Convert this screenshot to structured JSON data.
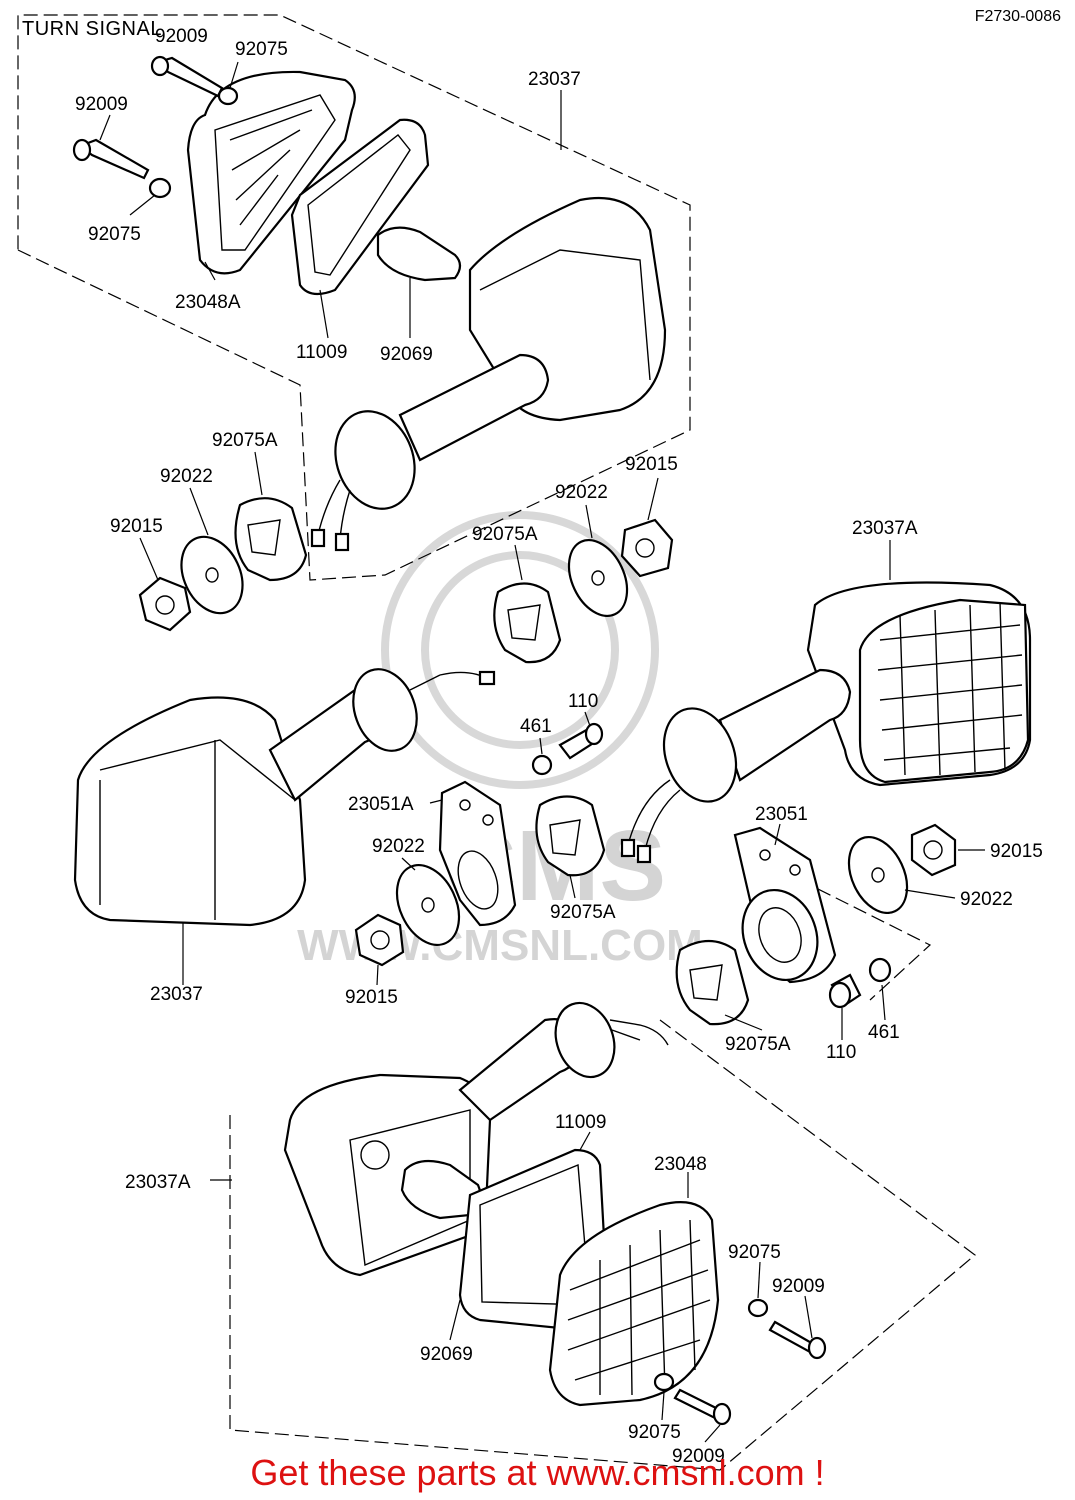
{
  "header": {
    "title": "TURN SIGNAL",
    "diagram_code": "F2730-0086"
  },
  "watermark": {
    "brand": "CMS",
    "url": "WWW.CMSNL.COM"
  },
  "footer": {
    "text": "Get these parts at www.cmsnl.com !",
    "color": "#dd1111"
  },
  "labels": {
    "l01": "92009",
    "l02": "92075",
    "l03": "23037",
    "l04": "92009",
    "l05": "92075",
    "l06": "23048A",
    "l07": "11009",
    "l08": "92069",
    "l09": "92075A",
    "l10": "92022",
    "l11": "92015",
    "l12": "92015",
    "l13": "92022",
    "l14": "92075A",
    "l15": "23037A",
    "l16": "461",
    "l17": "110",
    "l18": "23051A",
    "l19": "92022",
    "l20": "92075A",
    "l21": "23051",
    "l22": "92015",
    "l23": "92022",
    "l24": "23037",
    "l25": "92015",
    "l26": "92075A",
    "l27": "110",
    "l28": "461",
    "l29": "11009",
    "l30": "23048",
    "l31": "23037A",
    "l32": "92075",
    "l33": "92009",
    "l34": "92069",
    "l35": "92075",
    "l36": "92009"
  }
}
